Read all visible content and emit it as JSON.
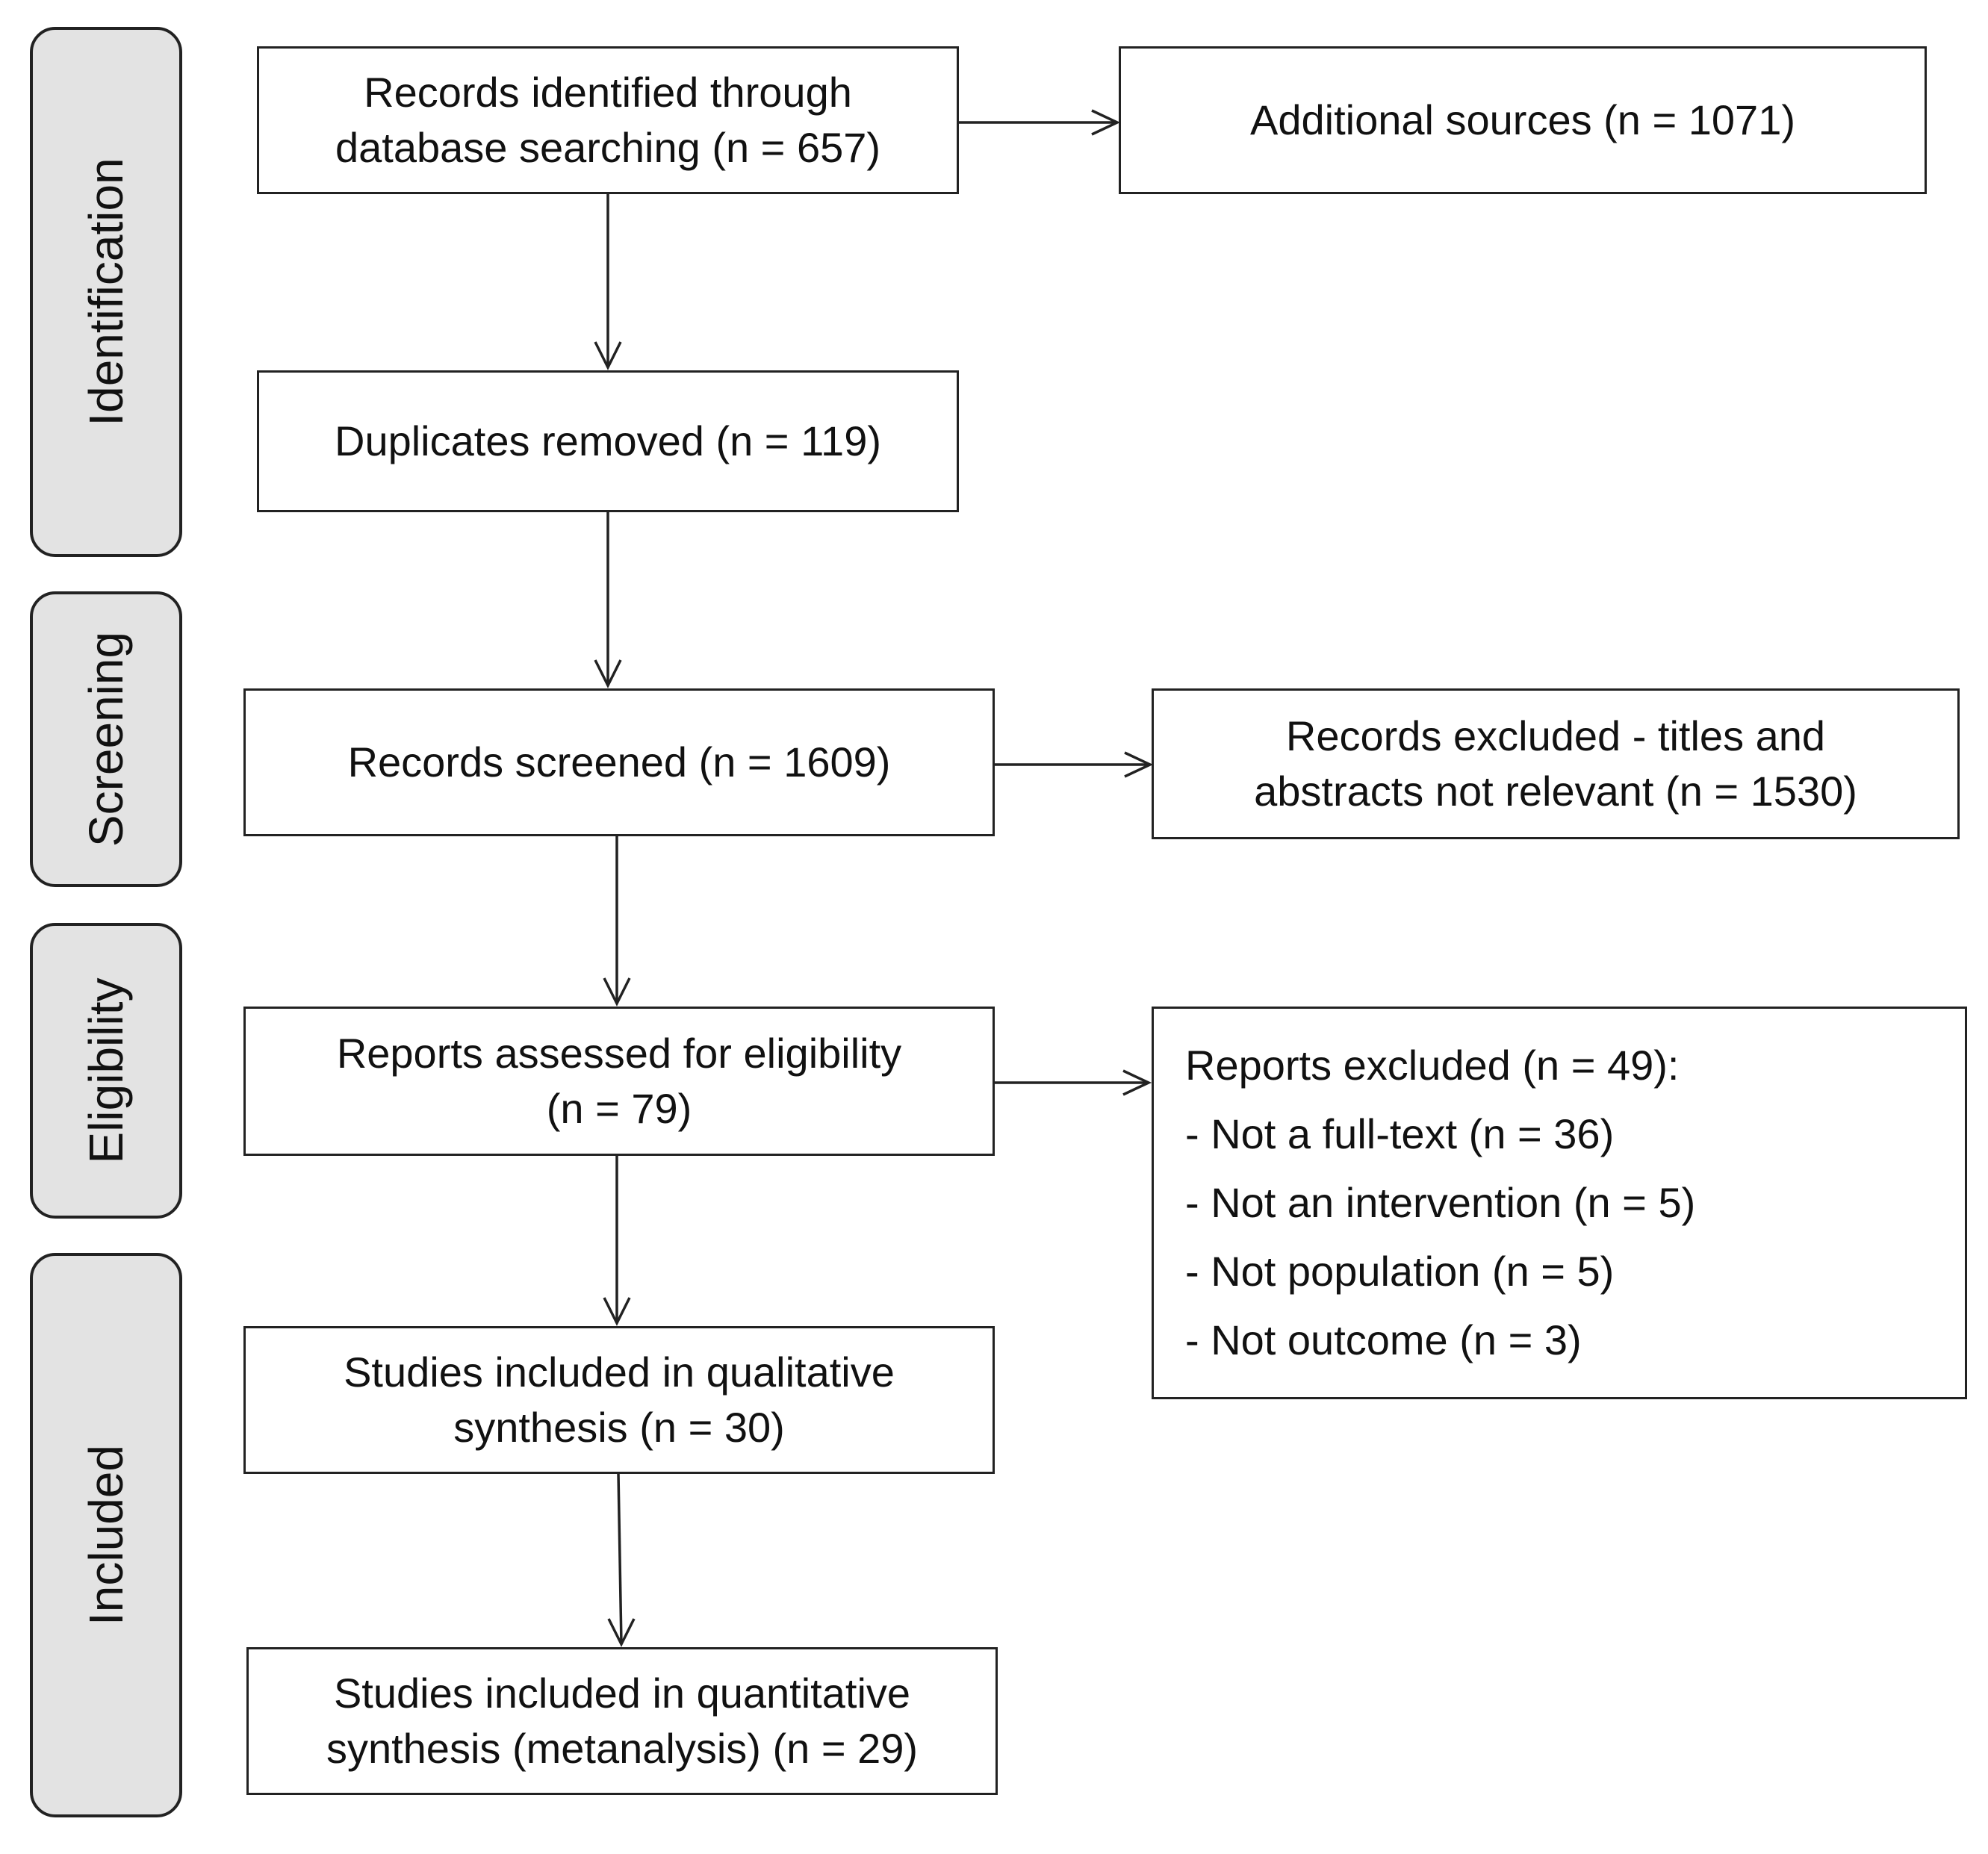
{
  "phases": {
    "identification": "Identification",
    "screening": "Screening",
    "eligibility": "Eligibility",
    "included": "Included"
  },
  "boxes": {
    "records_identified": [
      "Records identified through",
      "database searching (n = 657)"
    ],
    "additional_sources": [
      "Additional sources (n = 1071)"
    ],
    "duplicates_removed": [
      "Duplicates removed  (n = 119)"
    ],
    "records_screened": [
      "Records screened (n = 1609)"
    ],
    "records_excluded": [
      "Records excluded - titles and",
      "abstracts not relevant (n = 1530)"
    ],
    "reports_assessed": [
      "Reports assessed for eligibility",
      "(n = 79)"
    ],
    "reports_excluded": [
      "Reports excluded (n = 49):",
      "- Not  a  full-text (n = 36)",
      "- Not  an  intervention  (n = 5)",
      "- Not  population  (n = 5)",
      "- Not  outcome  (n = 3)"
    ],
    "qualitative": [
      "Studies included in qualitative",
      "synthesis (n = 30)"
    ],
    "quantitative": [
      "Studies included in quantitative",
      "synthesis (metanalysis) (n = 29)"
    ]
  }
}
